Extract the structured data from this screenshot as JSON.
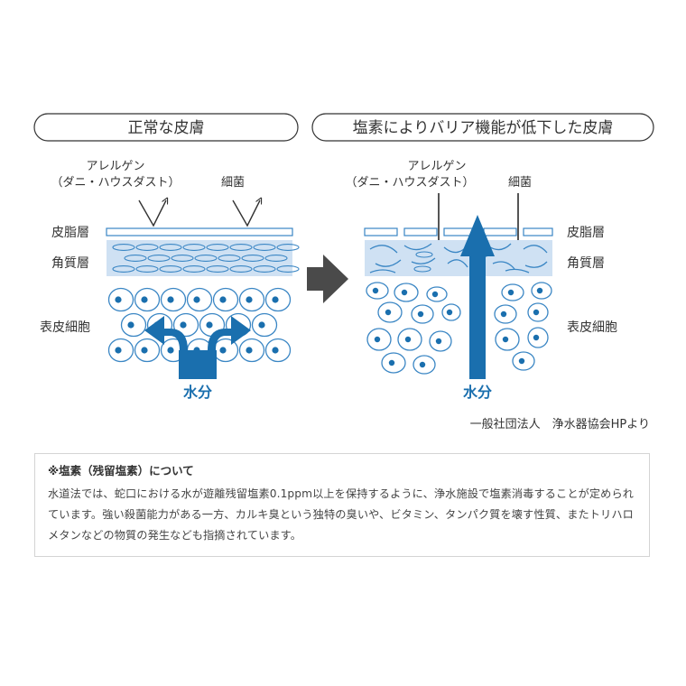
{
  "left_panel": {
    "title": "正常な皮膚",
    "allergen_line1": "アレルゲン",
    "allergen_line2": "（ダニ・ハウスダスト）",
    "bacteria": "細菌",
    "label_sebum": "皮脂層",
    "label_horny": "角質層",
    "label_epidermis": "表皮細胞",
    "water": "水分"
  },
  "right_panel": {
    "title": "塩素によりバリア機能が低下した皮膚",
    "allergen_line1": "アレルゲン",
    "allergen_line2": "（ダニ・ハウスダスト）",
    "bacteria": "細菌",
    "label_sebum": "皮脂層",
    "label_horny": "角質層",
    "label_epidermis": "表皮細胞",
    "water": "水分"
  },
  "source": "一般社団法人　浄水器協会HPより",
  "note": {
    "title": "※塩素（残留塩素）について",
    "body": "水道法では、蛇口における水が遊離残留塩素0.1ppm以上を保持するように、浄水施設で塩素消毒することが定められています。強い殺菌能力がある一方、カルキ臭という独特の臭いや、ビタミン、タンパク質を壊す性質、またトリハロメタンなどの物質の発生なども指摘されています。"
  },
  "colors": {
    "blue": "#1a6fae",
    "line_blue": "#3a86c4",
    "layer_fill": "#cfe1f3",
    "arrow_gray": "#4a4a4a",
    "text": "#333333"
  }
}
